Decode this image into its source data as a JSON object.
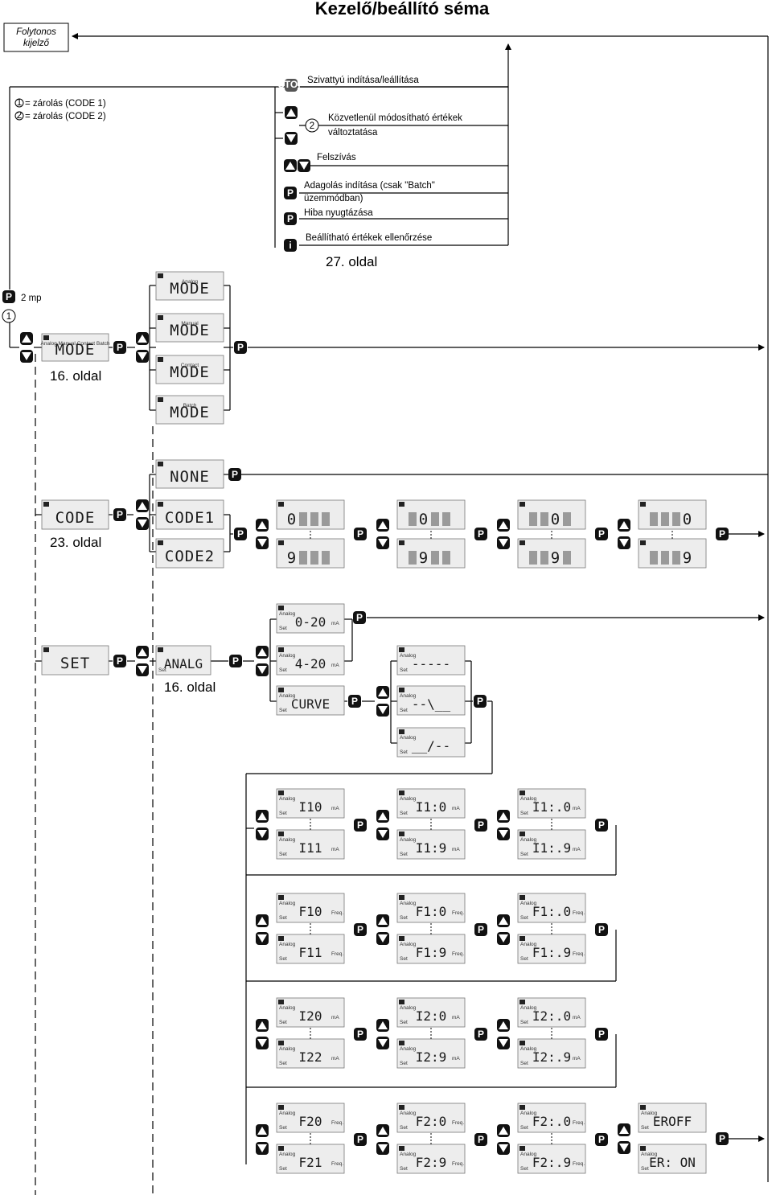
{
  "title": "Kezelő/beállító séma",
  "continuous_display": [
    "Folytonos",
    "kijelző"
  ],
  "lock_legend": [
    {
      "glyph": "1",
      "text": "= zárolás (CODE 1)"
    },
    {
      "glyph": "2",
      "text": "= zárolás (CODE 2)"
    }
  ],
  "hold_time": "2 mp",
  "actions": {
    "pump": "Szivattyú indítása/leállítása",
    "direct_1": "Közvetlenül módosítható értékek",
    "direct_2": "változtatása",
    "prime": "Felszívás",
    "batch_1": "Adagolás indítása (csak \"Batch\"",
    "batch_2": "üzemmódban)",
    "error": "Hiba nyugtázása",
    "check": "Beállítható értékek ellenőrzése"
  },
  "page_refs": {
    "p27": "27. oldal",
    "p16": "16. oldal",
    "p23": "23. oldal",
    "p16b": "16. oldal"
  },
  "mode_menu": {
    "modes": "Analog  Manual  Contact  Batch",
    "display": "MODE",
    "options": [
      "Analog",
      "Manual",
      "Contact",
      "Batch"
    ]
  },
  "code_menu": {
    "none": "NONE",
    "display": "CODE",
    "options": [
      "CODE1",
      "CODE2"
    ],
    "digit_low": "0",
    "digit_high": "9"
  },
  "set_menu": {
    "display": "SET",
    "analg": "ANALG",
    "ranges": [
      "0-20",
      "4-20",
      "CURVE"
    ],
    "curves": [
      "-----",
      "--\\__",
      "__/--"
    ],
    "unit_ma": "mA",
    "unit_freq": "Freq.",
    "mode_label": "Analog",
    "set_label": "Set"
  },
  "grid_rows": [
    [
      "I10",
      "I1:0",
      "I1:.0",
      "I11",
      "I1:9",
      "I1:.9"
    ],
    [
      "F10",
      "F1:0",
      "F1:.0",
      "F11",
      "F1:9",
      "F1:.9"
    ],
    [
      "I20",
      "I2:0",
      "I2:.0",
      "I22",
      "I2:9",
      "I2:.9"
    ],
    [
      "F20",
      "F2:0",
      "F2:.0",
      "F21",
      "F2:9",
      "F2:.9"
    ]
  ],
  "error_menu": [
    "EROFF",
    "ER: ON"
  ],
  "key_labels": {
    "p": "P",
    "i": "i",
    "stop": "STOP"
  }
}
